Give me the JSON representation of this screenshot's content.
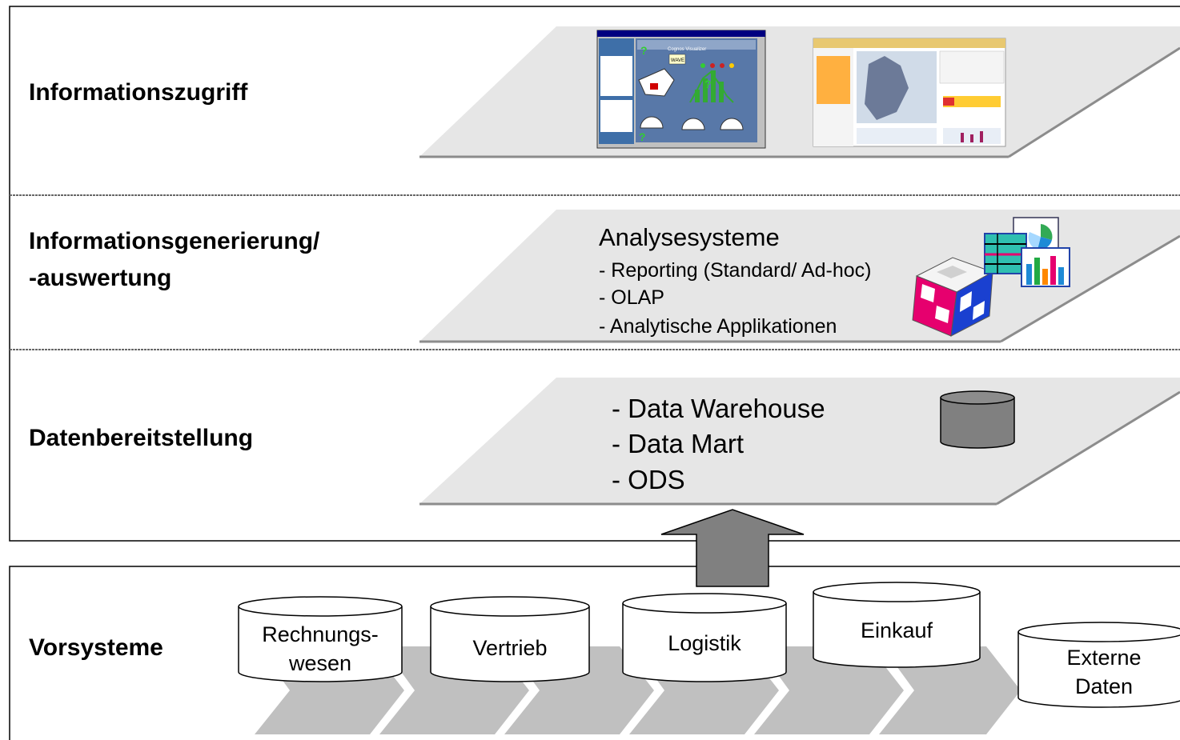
{
  "layers": {
    "access": {
      "label": "Informationszugriff"
    },
    "generation": {
      "label_line1": "Informationsgenerierung/",
      "label_line2": "-auswertung",
      "title": "Analysesysteme",
      "items": [
        "- Reporting (Standard/ Ad-hoc)",
        "- OLAP",
        "- Analytische Applikationen"
      ]
    },
    "provision": {
      "label": "Datenbereitstellung",
      "items": [
        "- Data Warehouse",
        "- Data Mart",
        "- ODS"
      ]
    },
    "source": {
      "label": "Vorsysteme",
      "systems": [
        {
          "line1": "Rechnungs-",
          "line2": "wesen"
        },
        {
          "line1": "Vertrieb",
          "line2": ""
        },
        {
          "line1": "Logistik",
          "line2": ""
        },
        {
          "line1": "Einkauf",
          "line2": ""
        },
        {
          "line1": "Externe",
          "line2": "Daten"
        }
      ]
    }
  },
  "screenshot_texts": {
    "app_title": "Cognos Visualizer",
    "badge": "WAVE"
  },
  "colors": {
    "platform": "#e6e6e6",
    "platform_shadow": "#8c8c8c",
    "arrow": "#808080",
    "database": "#808080",
    "chevron": "#c0c0c0",
    "cylinder": "#ffffff"
  }
}
